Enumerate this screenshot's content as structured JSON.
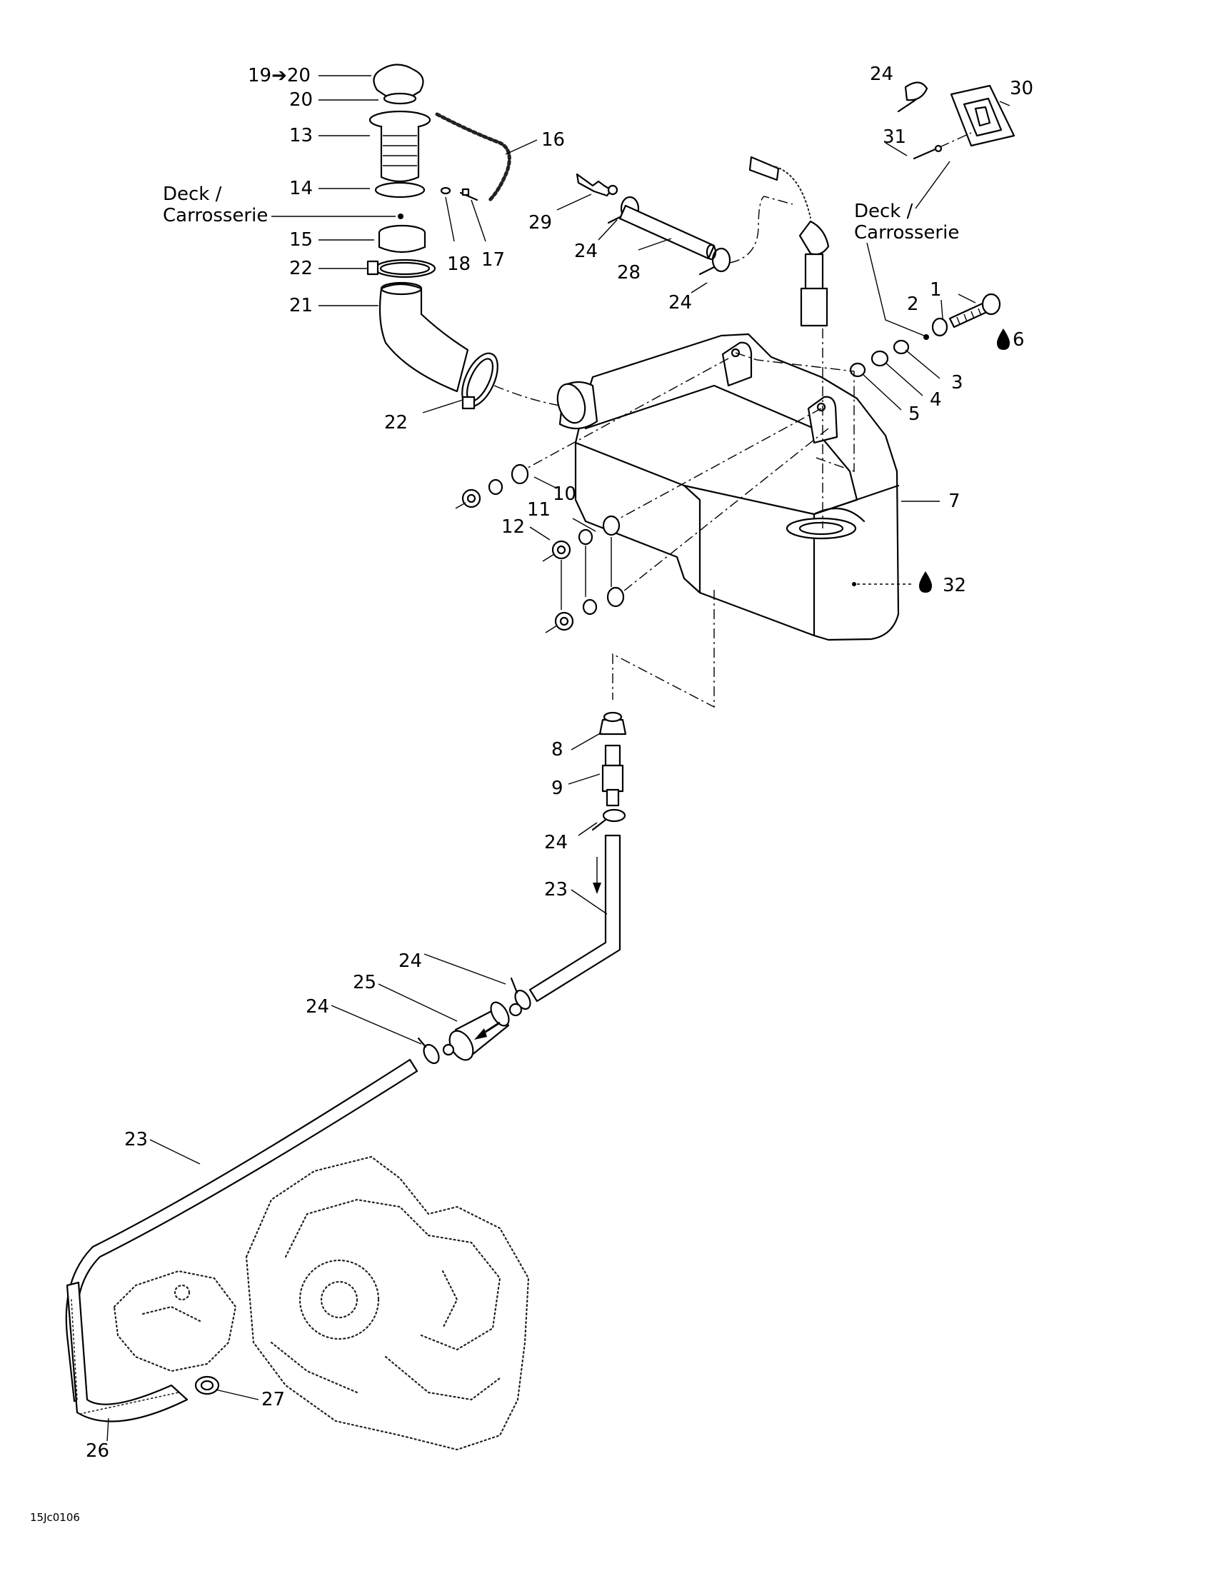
{
  "labels": {
    "19_20": "19➔20",
    "20": "20",
    "13": "13",
    "14": "14",
    "deck_left_1": "Deck /",
    "deck_left_2": "Carrosserie",
    "15": "15",
    "22_top": "22",
    "21": "21",
    "22_bottom": "22",
    "16": "16",
    "18": "18",
    "17": "17",
    "29": "29",
    "24_hose_left": "24",
    "28": "28",
    "24_hose_right": "24",
    "24_tie": "24",
    "30": "30",
    "31": "31",
    "deck_right_1": "Deck /",
    "deck_right_2": "Carrosserie",
    "1": "1",
    "2": "2",
    "6": "6",
    "3": "3",
    "4": "4",
    "5": "5",
    "7": "7",
    "10": "10",
    "11": "11",
    "12": "12",
    "32": "32",
    "8": "8",
    "9": "9",
    "24_outlet": "24",
    "23_upper": "23",
    "24_filter_top": "24",
    "25": "25",
    "24_filter_left": "24",
    "23_lower": "23",
    "27": "27",
    "26": "26"
  },
  "figure_code": "15Jc0106"
}
